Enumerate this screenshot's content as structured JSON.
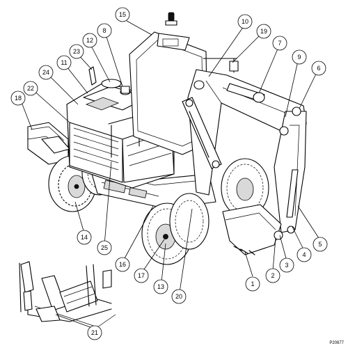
{
  "figure": {
    "reference_code": "P20877",
    "callouts": [
      {
        "label": "1"
      },
      {
        "label": "2"
      },
      {
        "label": "3"
      },
      {
        "label": "4"
      },
      {
        "label": "5"
      },
      {
        "label": "6"
      },
      {
        "label": "7"
      },
      {
        "label": "8"
      },
      {
        "label": "9"
      },
      {
        "label": "10"
      },
      {
        "label": "11"
      },
      {
        "label": "12"
      },
      {
        "label": "13"
      },
      {
        "label": "14"
      },
      {
        "label": "15"
      },
      {
        "label": "16"
      },
      {
        "label": "17"
      },
      {
        "label": "18"
      },
      {
        "label": "19"
      },
      {
        "label": "20"
      },
      {
        "label": "21"
      },
      {
        "label": "22"
      },
      {
        "label": "23"
      },
      {
        "label": "24"
      },
      {
        "label": "25"
      }
    ]
  }
}
